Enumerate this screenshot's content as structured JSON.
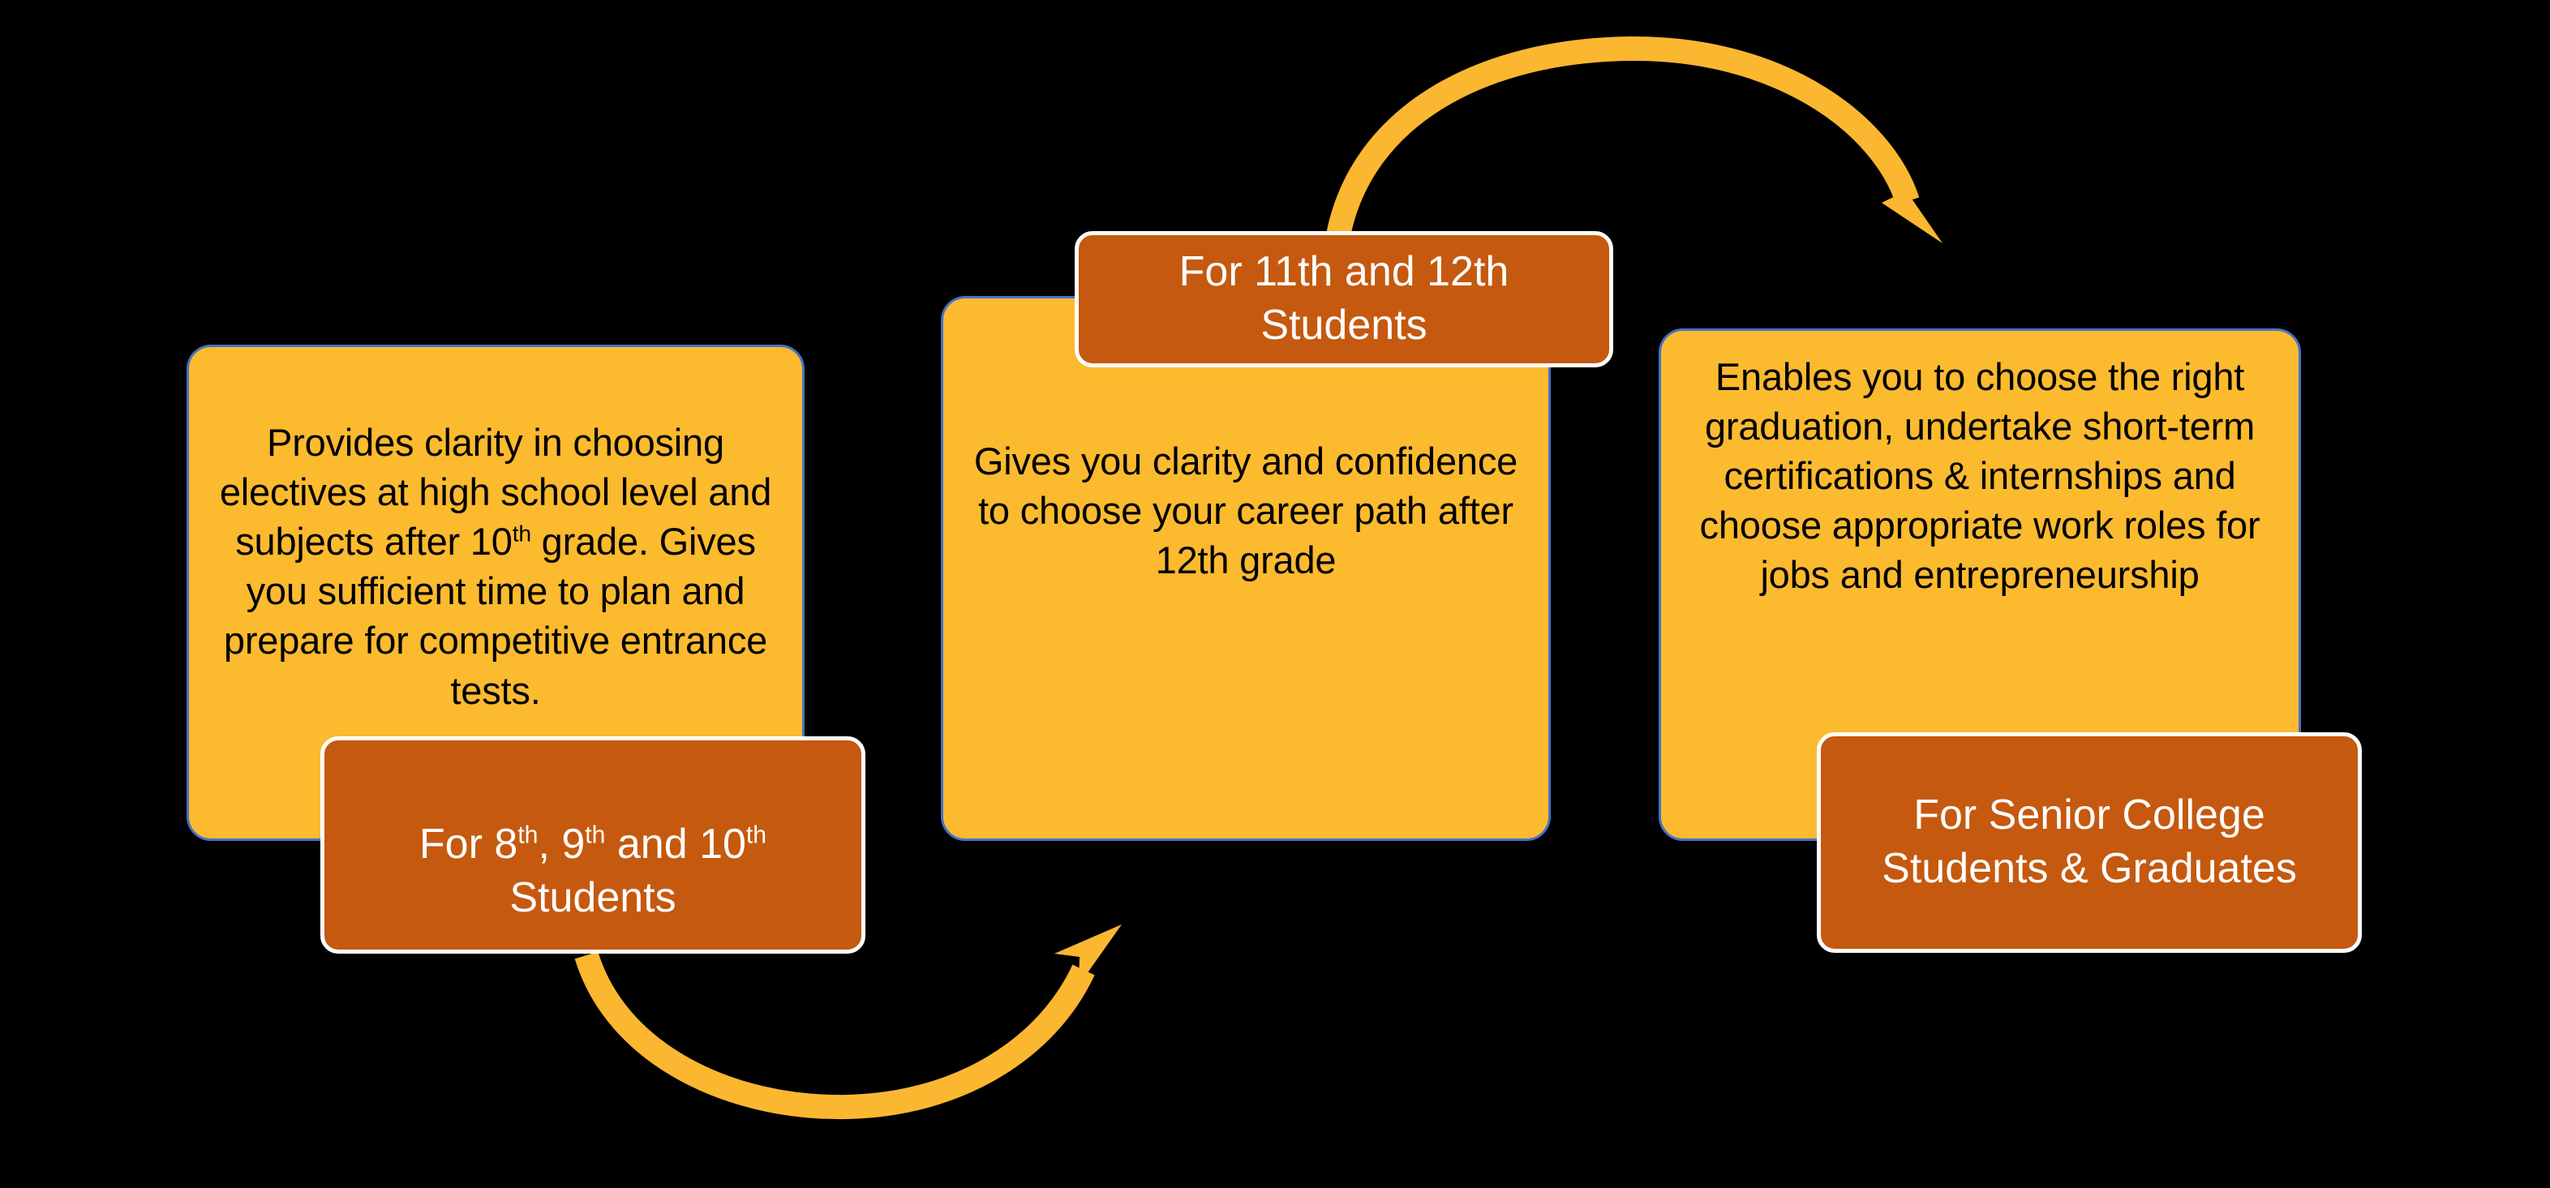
{
  "theme": {
    "background": "#000000",
    "card_fill": "#FCBA2E",
    "card_border": "#4472C4",
    "label_fill": "#C5590F",
    "label_border": "#FFFFFF",
    "label_text": "#FFFFFF",
    "card_text": "#000000",
    "arrow_color": "#FCB731"
  },
  "stages": [
    {
      "id": "stage-1",
      "description_prefix": "Provides clarity in choosing electives at high school level and subjects after 10",
      "description_sup": "th",
      "description_suffix": " grade. Gives you sufficient time to plan and prepare for competitive entrance tests.",
      "label_prefix": "For 8",
      "label_sup1": "th",
      "label_mid1": ", 9",
      "label_sup2": "th",
      "label_mid2": " and 10",
      "label_sup3": "th",
      "label_suffix": " Students"
    },
    {
      "id": "stage-2",
      "description": "Gives you clarity and confidence to choose your career path after 12th grade",
      "label": "For 11th and 12th Students"
    },
    {
      "id": "stage-3",
      "description": "Enables you to choose the right graduation, undertake short-term certifications & internships and choose appropriate work roles for jobs and entrepreneurship",
      "label": "For Senior College Students & Graduates"
    }
  ],
  "arrows": [
    {
      "id": "arrow-bottom",
      "from": "stage-1",
      "to": "stage-2",
      "direction": "down-curve-up-right"
    },
    {
      "id": "arrow-top",
      "from": "stage-2",
      "to": "stage-3",
      "direction": "up-curve-down-right"
    }
  ]
}
